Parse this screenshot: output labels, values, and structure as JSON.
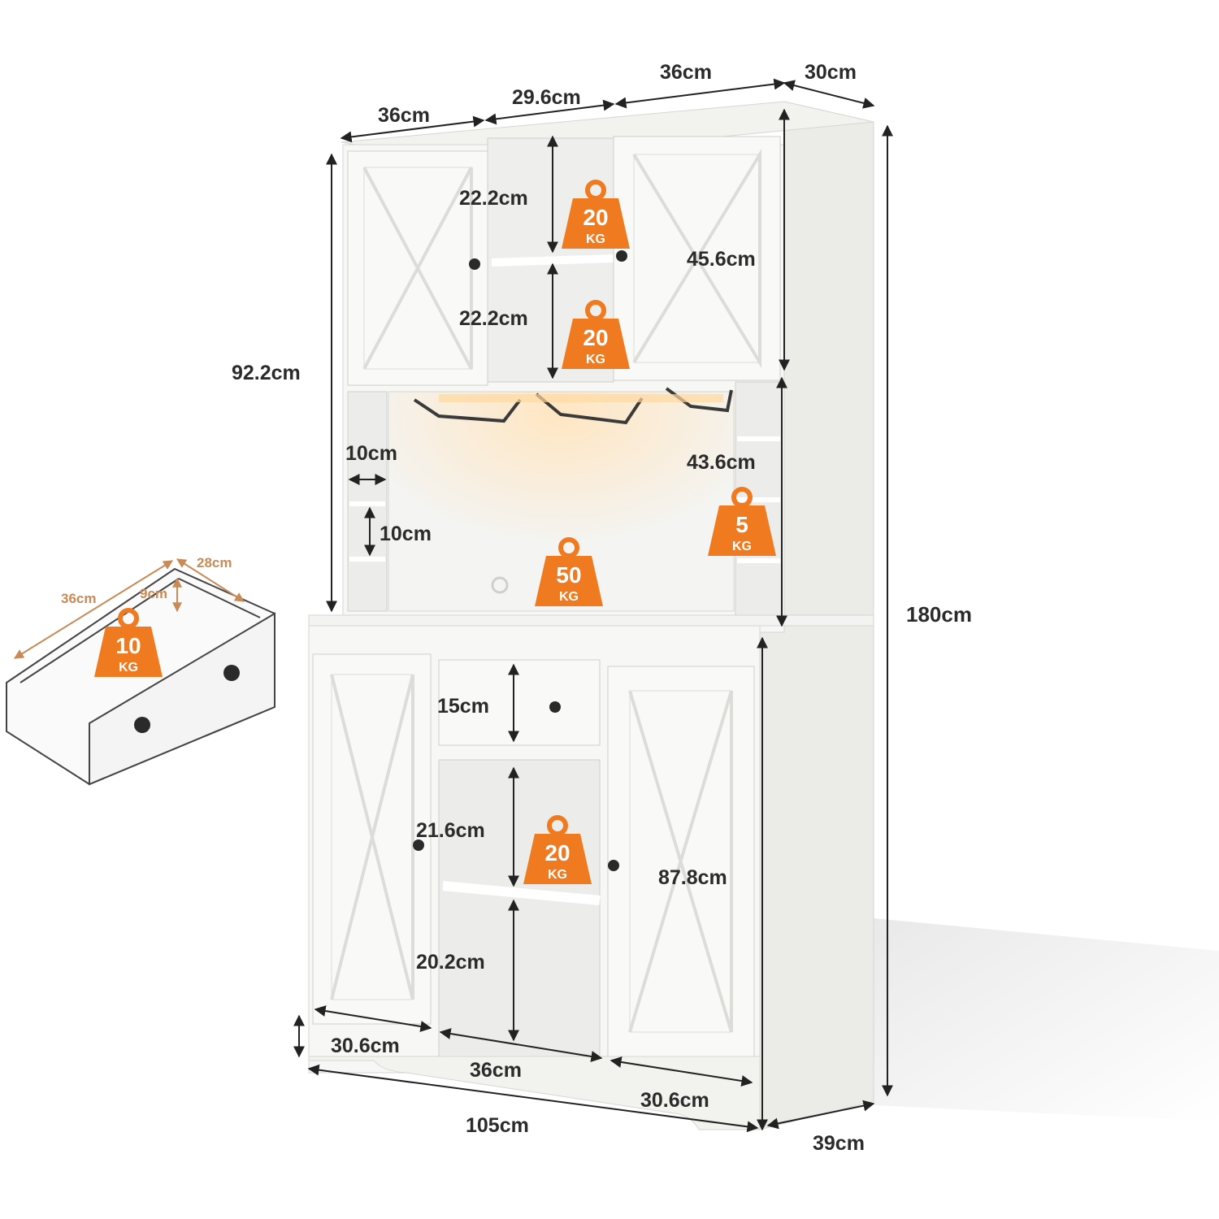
{
  "colors": {
    "cabinet": "#f7f7f5",
    "cabinet_edge": "#d6d6d2",
    "cabinet_shadow": "#e6e6e3",
    "inner": "#eeeeec",
    "arrow": "#222222",
    "badge": "#f07a1f",
    "drawer_arrow": "#c98a55",
    "knob": "#2a2a2a",
    "glow": "#ffdcaa"
  },
  "dimensions": {
    "top_left_door_width": "36cm",
    "top_middle_width": "29.6cm",
    "top_right_door_width": "36cm",
    "depth_top": "30cm",
    "upper_height": "92.2cm",
    "door_height_upper": "45.6cm",
    "shelf_upper_1": "22.2cm",
    "shelf_upper_2": "22.2cm",
    "side_slot_width": "10cm",
    "side_slot_height": "10cm",
    "hutch_height": "43.6cm",
    "total_height": "180cm",
    "drawer_height": "15cm",
    "shelf_lower_1": "21.6cm",
    "shelf_lower_2": "20.2cm",
    "lower_door_height": "87.8cm",
    "lower_left_width": "30.6cm",
    "lower_middle_width": "36cm",
    "lower_right_width": "30.6cm",
    "total_width": "105cm",
    "depth_bottom": "39cm"
  },
  "drawer_detail": {
    "width": "36cm",
    "depth": "28cm",
    "height": "9cm"
  },
  "weights": {
    "upper_shelf_1": {
      "value": "20",
      "unit": "KG"
    },
    "upper_shelf_2": {
      "value": "20",
      "unit": "KG"
    },
    "side_rack": {
      "value": "5",
      "unit": "KG"
    },
    "countertop": {
      "value": "50",
      "unit": "KG"
    },
    "drawer": {
      "value": "10",
      "unit": "KG"
    },
    "lower_shelf": {
      "value": "20",
      "unit": "KG"
    }
  }
}
